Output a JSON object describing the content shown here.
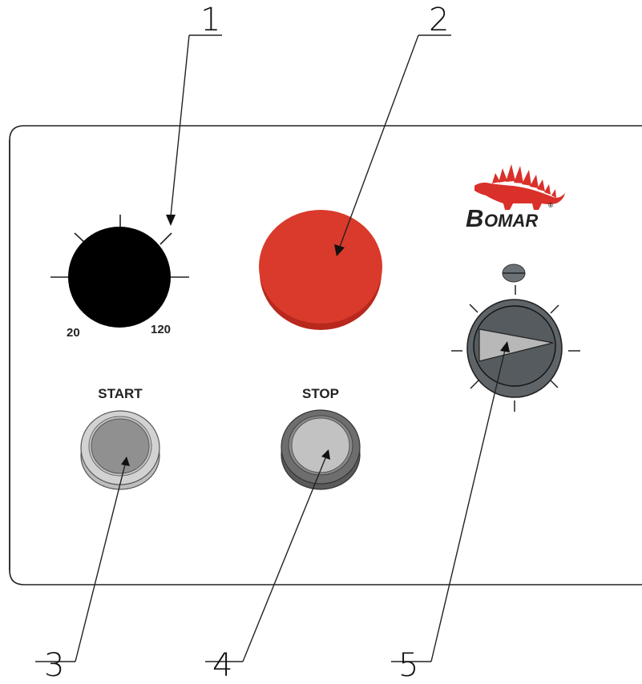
{
  "callouts": [
    "1",
    "2",
    "3",
    "4",
    "5"
  ],
  "dial": {
    "min_label": "20",
    "max_label": "120"
  },
  "buttons": {
    "start_label": "START",
    "stop_label": "STOP"
  },
  "brand": {
    "logo_initial": "B",
    "logo_rest": "OMAR",
    "registered": "®"
  },
  "colors": {
    "emergency_stop": "#d93a2b",
    "dial_knob": "#000000",
    "logo_red": "#d9302a",
    "start_button": "#909090",
    "stop_button": "#c2c2c2",
    "selector_switch": "#5e6468"
  }
}
